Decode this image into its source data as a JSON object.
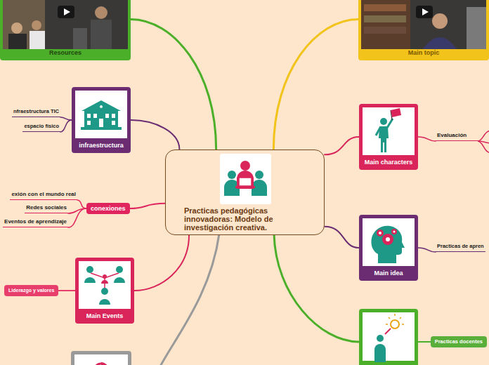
{
  "diagram": {
    "nodes": [
      {
        "text": [
          "Practicas pedagógicas innovadoras: Modelo de investigación creativa."
        ]
      },
      {
        "text": [
          "Resources"
        ]
      },
      {
        "text": [
          "Main topic"
        ]
      },
      {
        "text": [
          "infraestructura"
        ]
      },
      {
        "text": [
          "nfraestructura TIC"
        ]
      },
      {
        "text": [
          "espacio físico"
        ]
      },
      {
        "text": [
          "Main characters"
        ]
      },
      {
        "text": [
          "Evaluación"
        ]
      },
      {
        "text": [
          "conexiones"
        ]
      },
      {
        "text": [
          "exión con el mundo real"
        ]
      },
      {
        "text": [
          "Redes sociales"
        ]
      },
      {
        "text": [
          "Eventos de aprendizaje"
        ]
      },
      {
        "text": [
          "Main idea"
        ]
      },
      {
        "text": [
          "Practicas de apren"
        ]
      },
      {
        "text": [
          "Main Events"
        ]
      },
      {
        "text": [
          "Liderazgo y valores"
        ]
      },
      {
        "text": [
          "Practicas docentes"
        ]
      }
    ],
    "edges": [
      {
        "from": 0,
        "to": 1,
        "arrow": "none"
      },
      {
        "from": 0,
        "to": 2,
        "arrow": "none"
      },
      {
        "from": 0,
        "to": 3,
        "arrow": "none"
      },
      {
        "from": 0,
        "to": 6,
        "arrow": "none"
      },
      {
        "from": 0,
        "to": 8,
        "arrow": "none"
      },
      {
        "from": 0,
        "to": 12,
        "arrow": "none"
      },
      {
        "from": 0,
        "to": 14,
        "arrow": "none"
      },
      {
        "from": 3,
        "to": 4,
        "arrow": "none"
      },
      {
        "from": 3,
        "to": 5,
        "arrow": "none"
      },
      {
        "from": 6,
        "to": 7,
        "arrow": "none"
      },
      {
        "from": 8,
        "to": 9,
        "arrow": "none"
      },
      {
        "from": 8,
        "to": 10,
        "arrow": "none"
      },
      {
        "from": 8,
        "to": 11,
        "arrow": "none"
      },
      {
        "from": 12,
        "to": 13,
        "arrow": "none"
      },
      {
        "from": 14,
        "to": 15,
        "arrow": "none"
      }
    ]
  }
}
